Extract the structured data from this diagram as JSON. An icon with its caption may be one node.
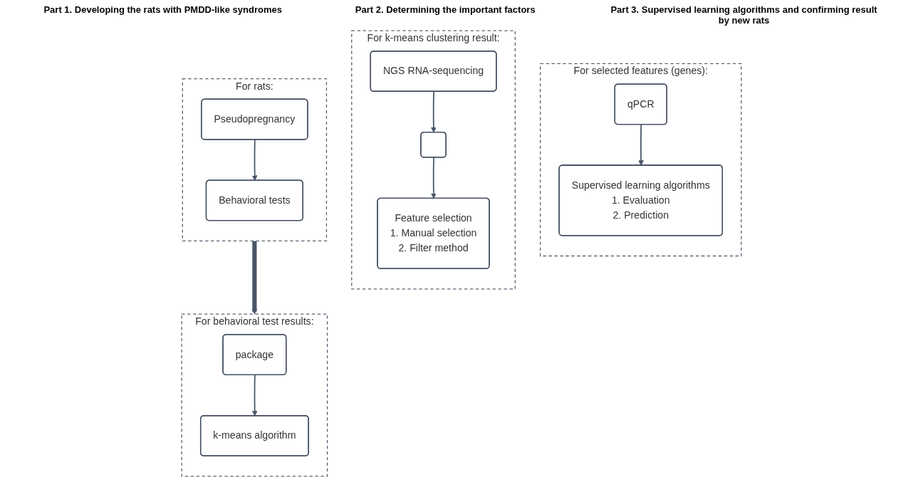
{
  "diagram": {
    "nodes": [
      {
        "text": [
          "For rats:"
        ]
      },
      {
        "text": [
          "Pseudopregnancy"
        ],
        "in": 0
      },
      {
        "text": [
          "Behavioral tests"
        ],
        "in": 0
      },
      {
        "text": [
          "For behavioral test results:"
        ]
      },
      {
        "text": [
          "package"
        ],
        "in": 3
      },
      {
        "text": [
          "k-means algorithm"
        ],
        "in": 3
      },
      {
        "text": [
          "For k-means clustering result:"
        ]
      },
      {
        "text": [
          "NGS RNA-sequencing"
        ],
        "in": 6
      },
      {
        "text": [],
        "shape": "box",
        "in": 6
      },
      {
        "text": [
          "Feature selection",
          "1. Manual selection",
          "2. Filter method"
        ],
        "in": 6
      },
      {
        "text": [
          "For selected features (genes):"
        ]
      },
      {
        "text": [
          "qPCR"
        ],
        "in": 10
      },
      {
        "text": [
          "Supervised learning algorithms",
          "1. Evaluation",
          "2. Prediction"
        ],
        "in": 10
      }
    ],
    "edges": [
      {
        "from": 1,
        "to": 2,
        "arrow": "to"
      },
      {
        "from": 0,
        "to": 3,
        "arrow": "to",
        "style": "thick"
      },
      {
        "from": 4,
        "to": 5,
        "arrow": "to"
      },
      {
        "from": 7,
        "to": 8,
        "arrow": "to"
      },
      {
        "from": 8,
        "to": 9,
        "arrow": "to"
      },
      {
        "from": 11,
        "to": 12,
        "arrow": "to"
      }
    ],
    "labels": [
      "Part 1. Developing the rats with PMDD-like syndromes",
      "Part 2. Determining the important factors",
      "Part 3. Supervised learning algorithms and confirming result by new rats"
    ]
  }
}
